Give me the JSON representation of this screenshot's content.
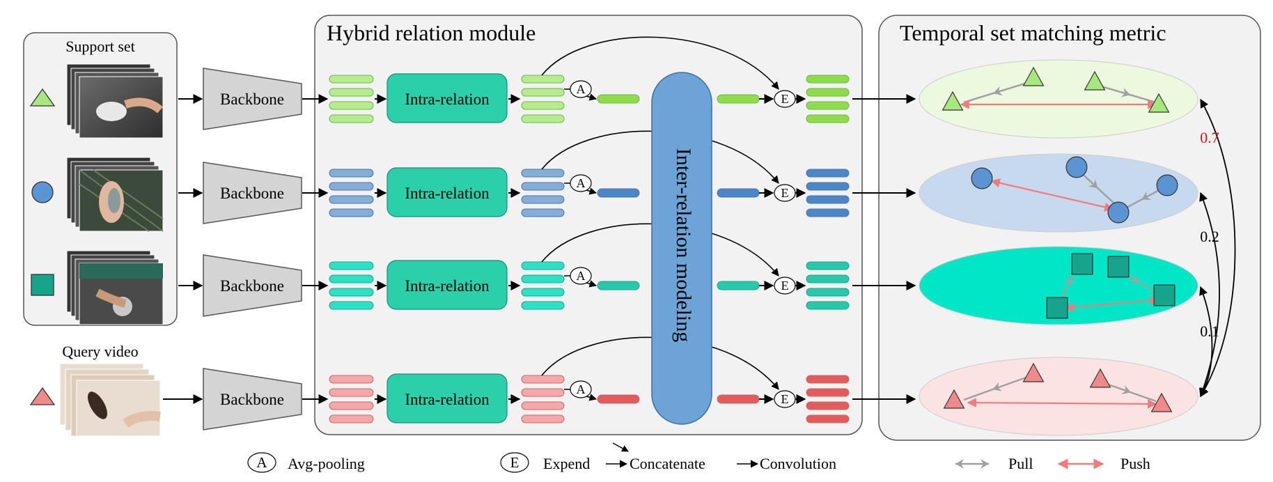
{
  "support_panel": {
    "title": "Support set",
    "query_title": "Query video"
  },
  "backbone_label": "Backbone",
  "hybrid_module": {
    "title": "Hybrid relation module",
    "intra_label": "Intra-relation",
    "inter_label": "Inter-relation modeling",
    "avg_symbol": "A",
    "expand_symbol": "E"
  },
  "metric_panel": {
    "title": "Temporal set matching metric",
    "scores": [
      "0.7",
      "0.2",
      "0.1"
    ]
  },
  "rows": [
    {
      "id": "support-1",
      "shape": "triangle",
      "shape_color": "#a6e87e",
      "stripe_color": "#b6ec8e",
      "stripe_border": "#6fb84a",
      "pooled_color": "#8fdc4a",
      "ellipse_color": "#edf9de"
    },
    {
      "id": "support-2",
      "shape": "circle",
      "shape_color": "#5a94d2",
      "stripe_color": "#86acd8",
      "stripe_border": "#4a78b0",
      "pooled_color": "#4a86c8",
      "ellipse_color": "#c7d9ef"
    },
    {
      "id": "support-3",
      "shape": "square",
      "shape_color": "#16a48c",
      "stripe_color": "#2de2c4",
      "stripe_border": "#17a890",
      "pooled_color": "#2ac8aa",
      "ellipse_color": "#00e6c6"
    },
    {
      "id": "query",
      "shape": "triangle",
      "shape_color": "#f08a8a",
      "stripe_color": "#f4a8a8",
      "stripe_border": "#c86a6a",
      "pooled_color": "#e35b5b",
      "ellipse_color": "#fbe3e3"
    }
  ],
  "legend": {
    "avg_symbol": "A",
    "avg_label": "Avg-pooling",
    "exp_symbol": "E",
    "exp_label": "Expend",
    "concat_label": "Concatenate",
    "conv_label": "Convolution",
    "pull_label": "Pull",
    "push_label": "Push",
    "pull_color": "#a0a0a0",
    "push_color": "#f47a7a",
    "score_highlight_color": "#e01010"
  }
}
